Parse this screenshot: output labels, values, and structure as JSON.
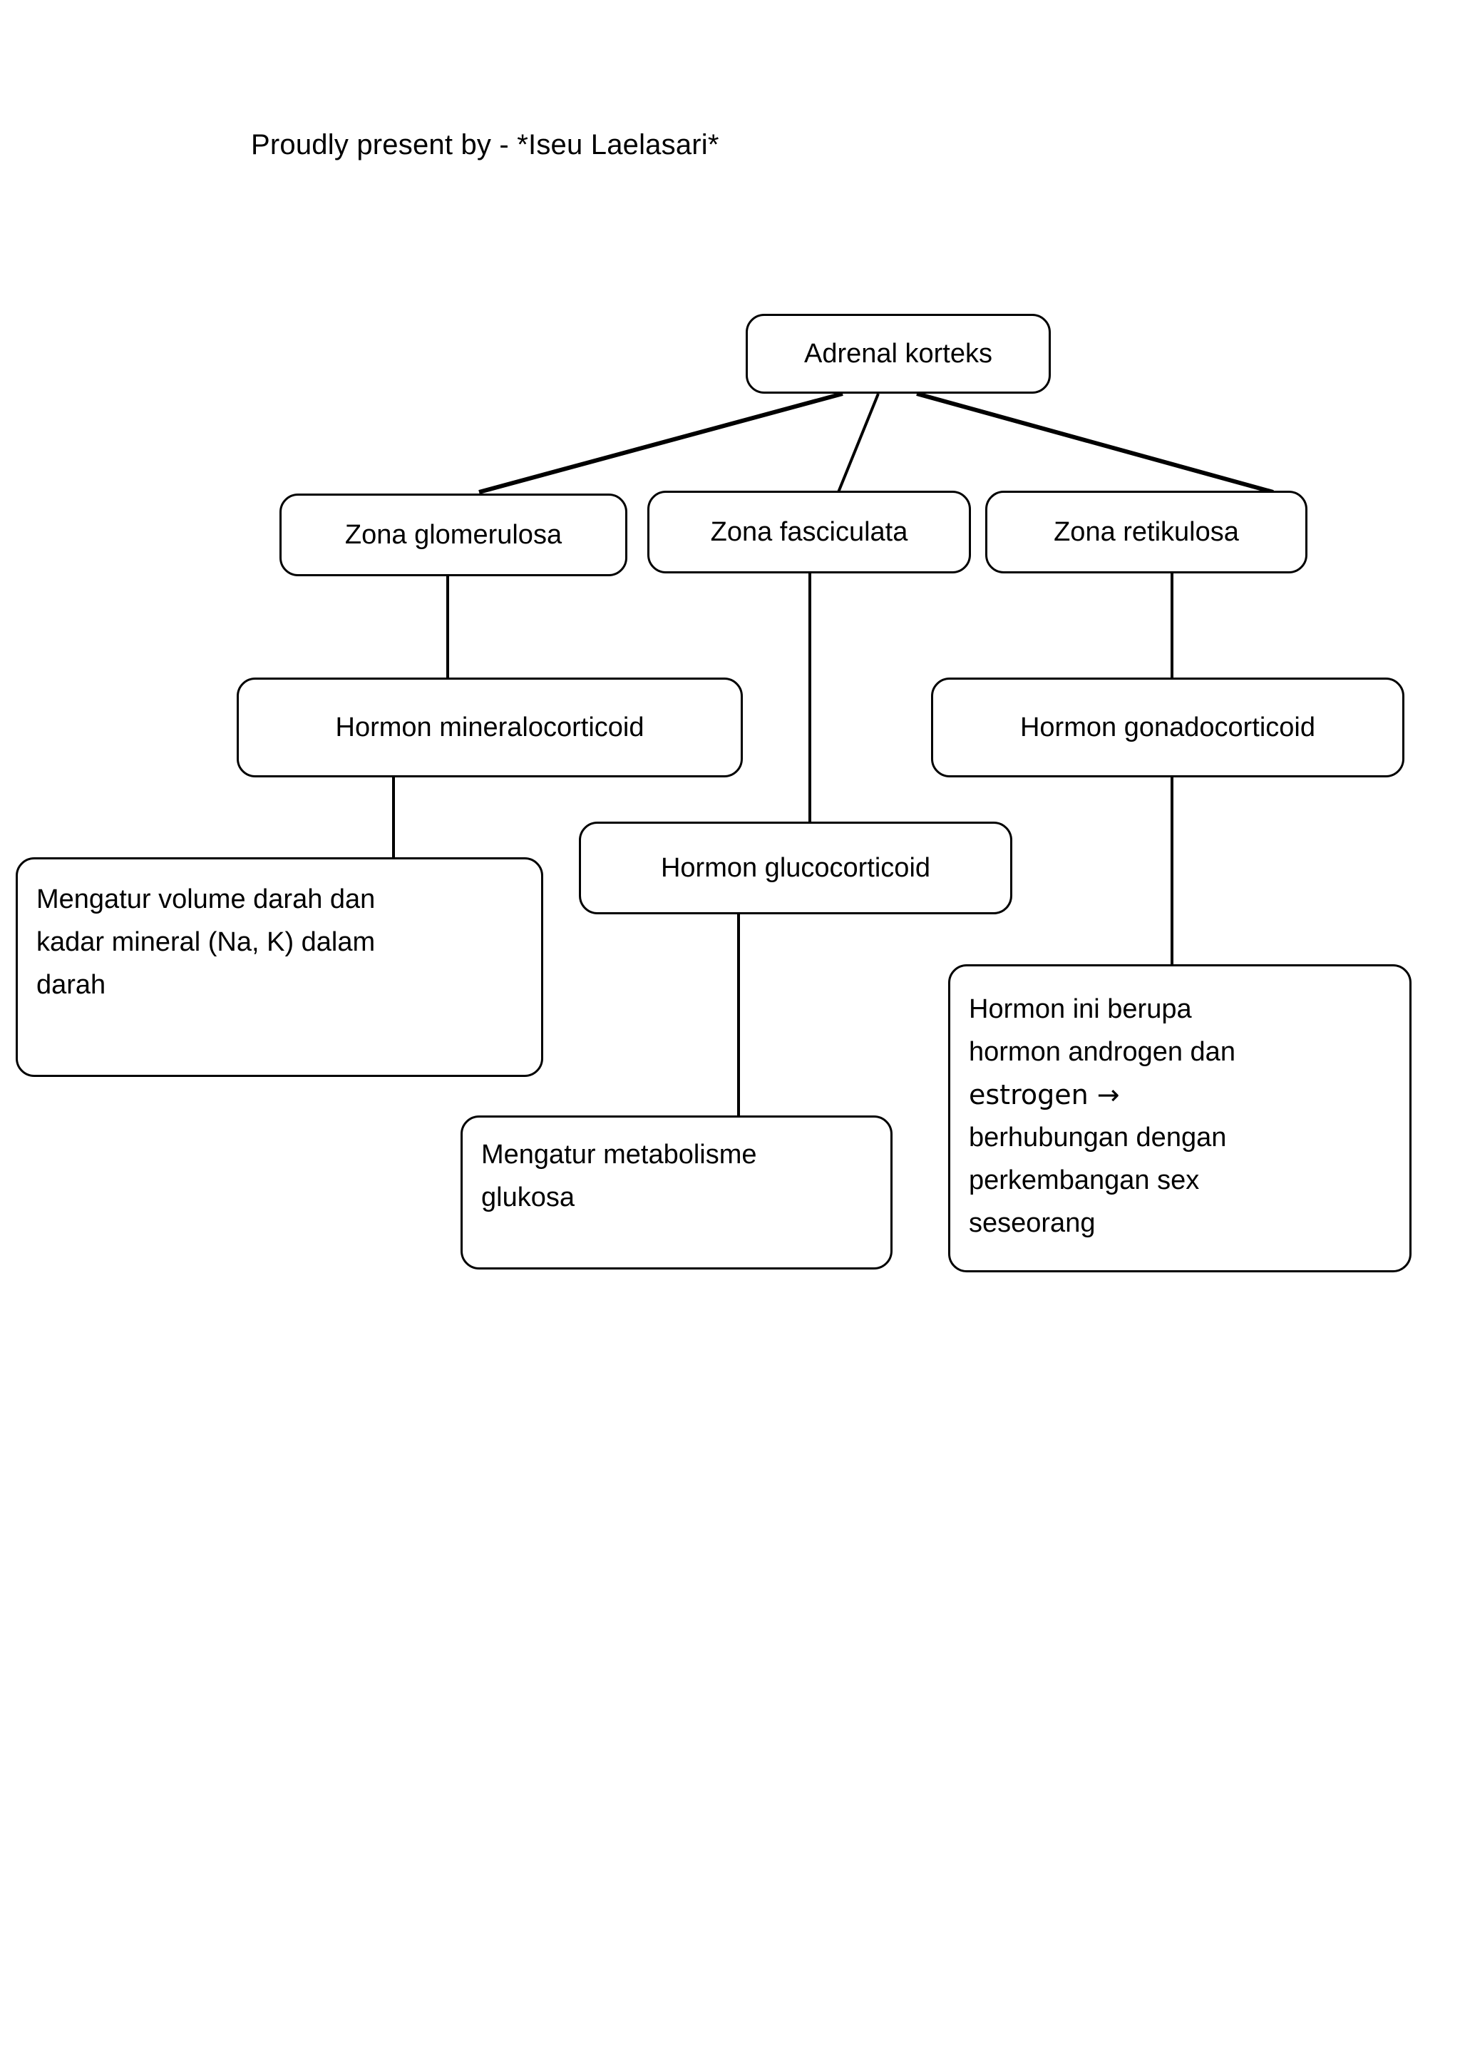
{
  "page": {
    "byline": "Proudly present by - *Iseu Laelasari*",
    "background_color": "#ffffff",
    "line_color": "#000000",
    "text_color": "#000000"
  },
  "diagram": {
    "type": "flowchart-tree",
    "root": {
      "id": "adrenal-korteks",
      "label": "Adrenal korteks"
    },
    "zones": [
      {
        "id": "zona-glomerulosa",
        "label": "Zona glomerulosa"
      },
      {
        "id": "zona-fasciculata",
        "label": "Zona fasciculata"
      },
      {
        "id": "zona-retikulosa",
        "label": "Zona retikulosa"
      }
    ],
    "hormones": [
      {
        "id": "hormon-mineralocorticoid",
        "label": "Hormon mineralocorticoid"
      },
      {
        "id": "hormon-glucocorticoid",
        "label": "Hormon glucocorticoid"
      },
      {
        "id": "hormon-gonadocorticoid",
        "label": "Hormon gonadocorticoid"
      }
    ],
    "functions": [
      {
        "id": "fungsi-mineralocorticoid",
        "lines": [
          "Mengatur volume darah dan",
          "kadar mineral (Na, K) dalam",
          "darah"
        ]
      },
      {
        "id": "fungsi-glucocorticoid",
        "lines": [
          "Mengatur metabolisme",
          "glukosa"
        ]
      },
      {
        "id": "fungsi-gonadocorticoid",
        "lines": [
          "Hormon ini berupa",
          "hormon androgen dan",
          "estrogen →",
          "berhubungan dengan",
          "perkembangan sex",
          "seseorang"
        ]
      }
    ],
    "edges": [
      {
        "from": "adrenal-korteks",
        "to": "zona-glomerulosa"
      },
      {
        "from": "adrenal-korteks",
        "to": "zona-fasciculata"
      },
      {
        "from": "adrenal-korteks",
        "to": "zona-retikulosa"
      },
      {
        "from": "zona-glomerulosa",
        "to": "hormon-mineralocorticoid"
      },
      {
        "from": "zona-fasciculata",
        "to": "hormon-glucocorticoid"
      },
      {
        "from": "zona-retikulosa",
        "to": "hormon-gonadocorticoid"
      },
      {
        "from": "hormon-mineralocorticoid",
        "to": "fungsi-mineralocorticoid"
      },
      {
        "from": "hormon-glucocorticoid",
        "to": "fungsi-glucocorticoid"
      },
      {
        "from": "hormon-gonadocorticoid",
        "to": "fungsi-gonadocorticoid"
      }
    ]
  }
}
